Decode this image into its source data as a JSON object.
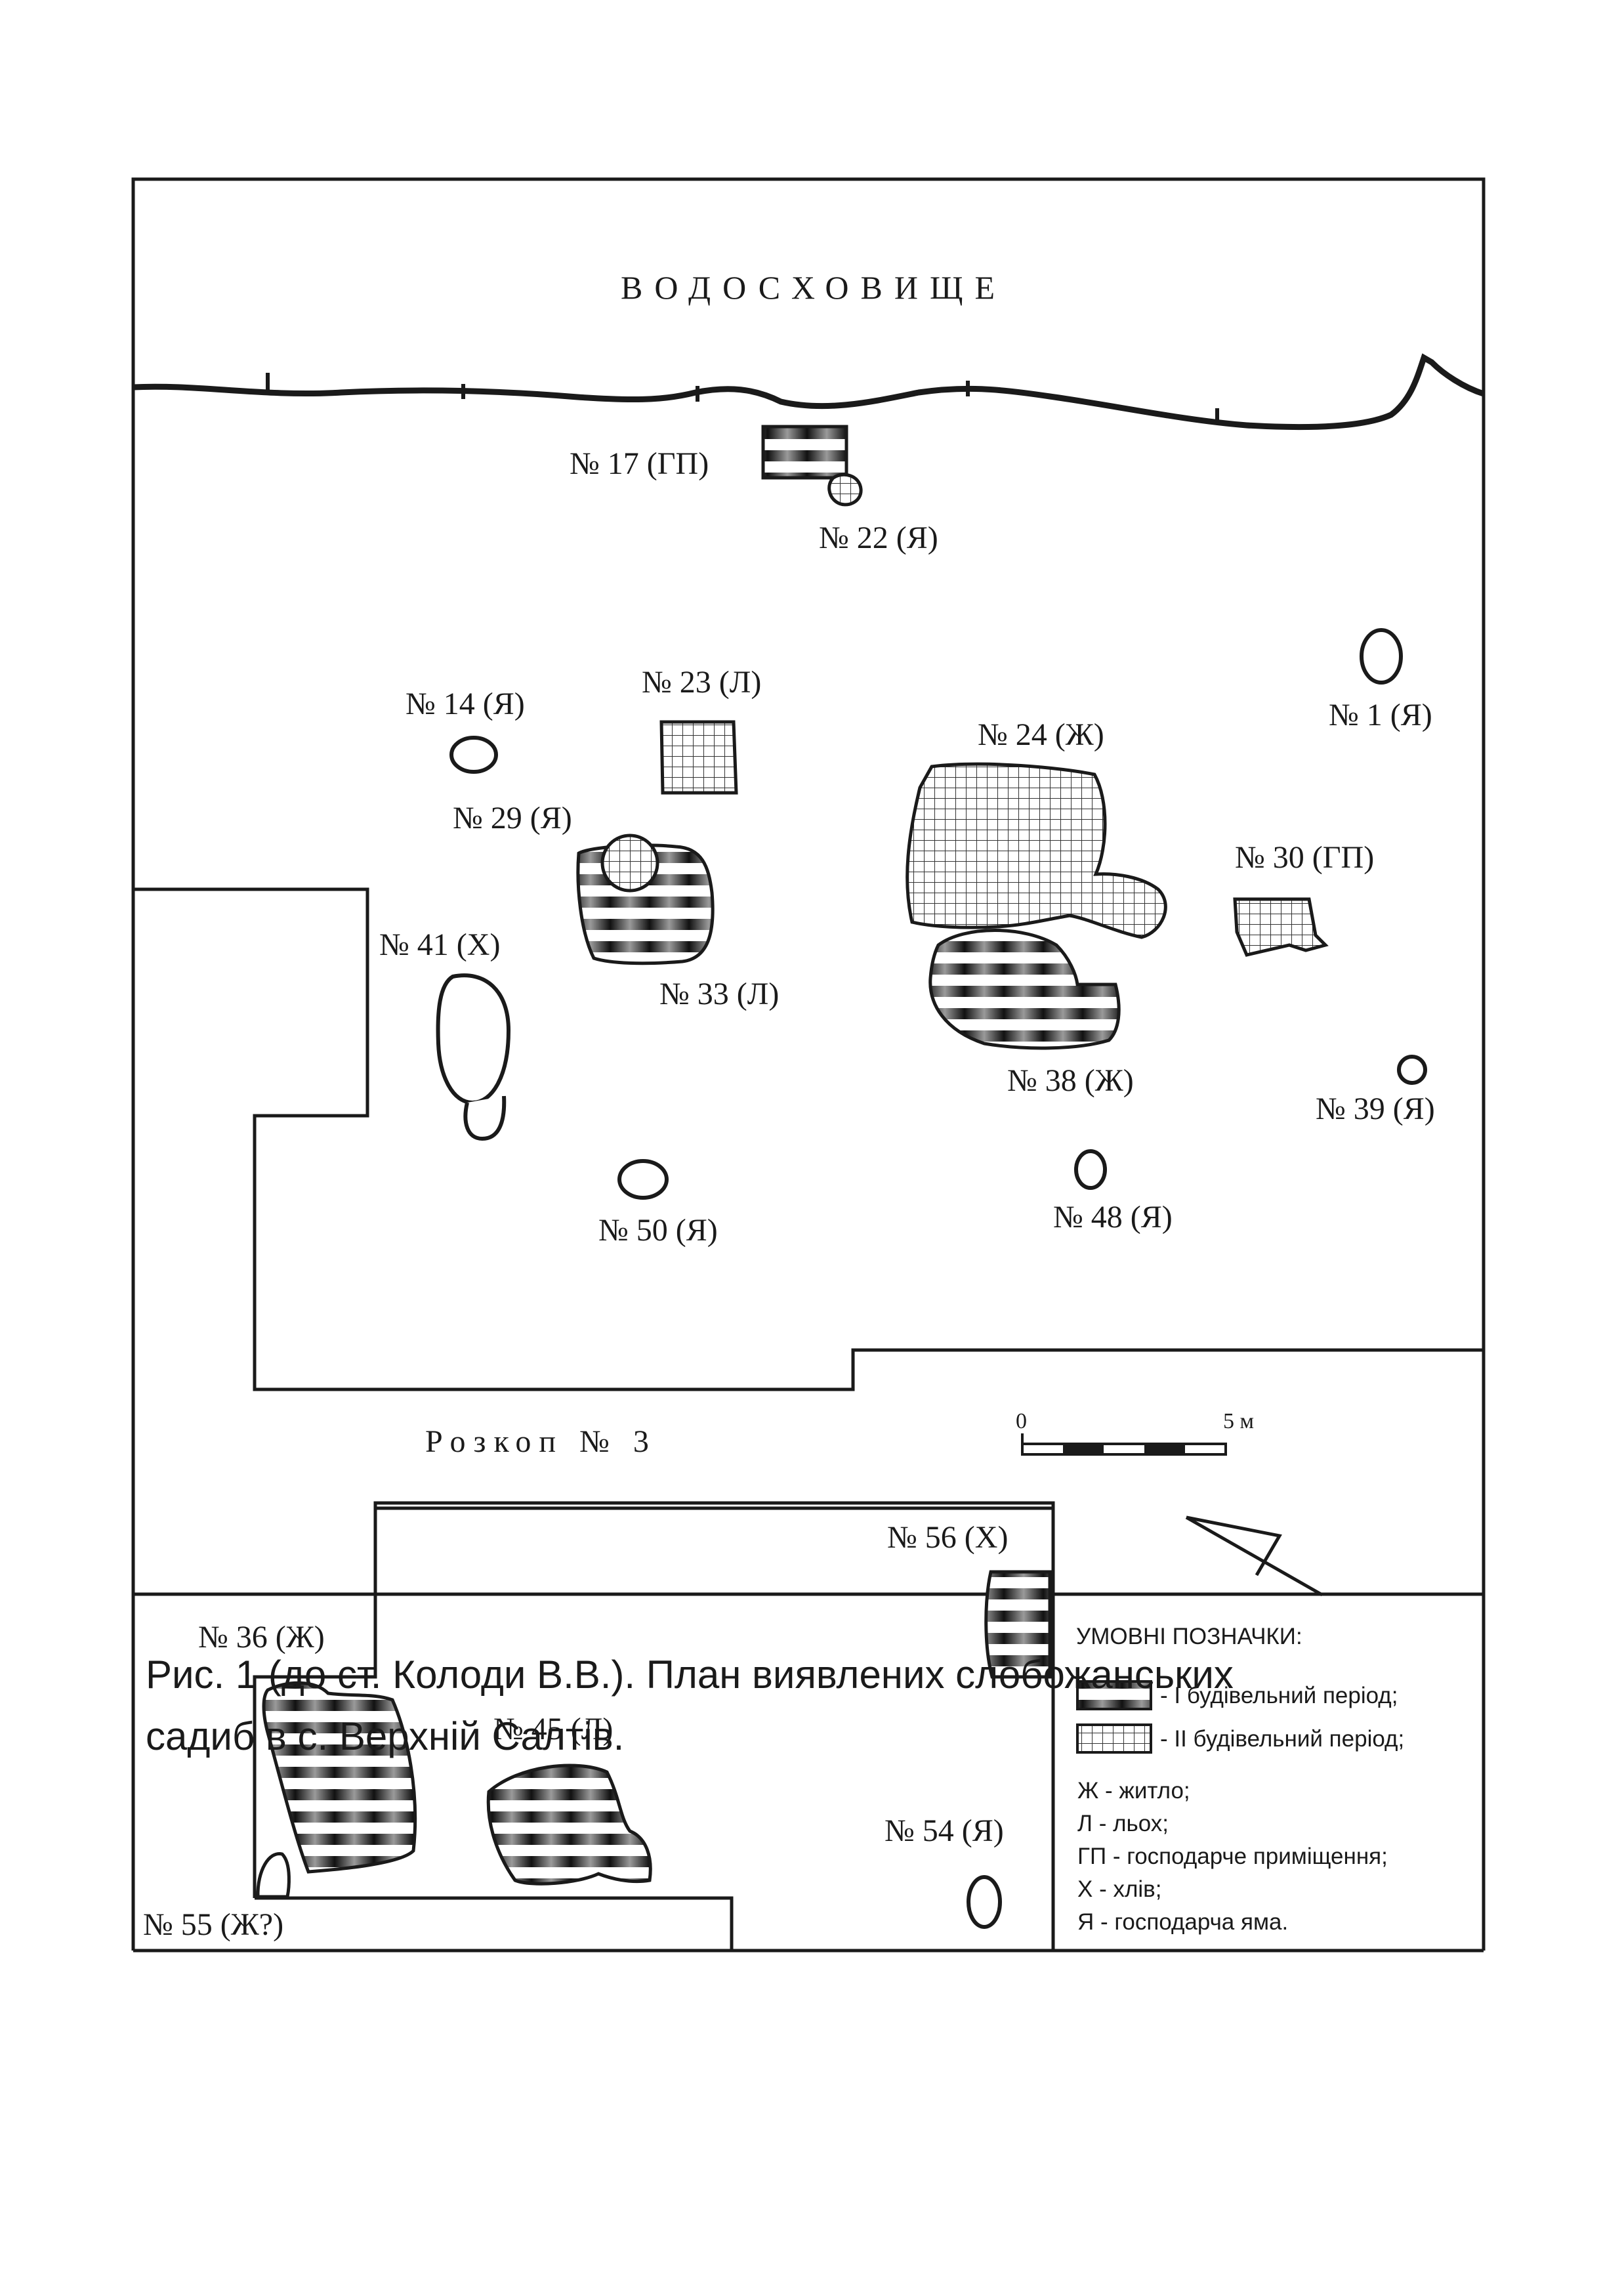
{
  "title": "ВОДОСХОВИЩЕ",
  "excavation_label": "Розкоп № 3",
  "scale": {
    "zero": "0",
    "max": "5 м"
  },
  "features": [
    {
      "id": "f17",
      "label": "№ 17 (ГП)"
    },
    {
      "id": "f22",
      "label": "№ 22 (Я)"
    },
    {
      "id": "f14",
      "label": "№ 14 (Я)"
    },
    {
      "id": "f23",
      "label": "№ 23 (Л)"
    },
    {
      "id": "f24",
      "label": "№ 24 (Ж)"
    },
    {
      "id": "f1",
      "label": "№ 1 (Я)"
    },
    {
      "id": "f29",
      "label": "№ 29 (Я)"
    },
    {
      "id": "f30",
      "label": "№ 30 (ГП)"
    },
    {
      "id": "f41",
      "label": "№ 41 (Х)"
    },
    {
      "id": "f33",
      "label": "№ 33 (Л)"
    },
    {
      "id": "f38",
      "label": "№ 38 (Ж)"
    },
    {
      "id": "f39",
      "label": "№ 39 (Я)"
    },
    {
      "id": "f50",
      "label": "№ 50 (Я)"
    },
    {
      "id": "f48",
      "label": "№ 48 (Я)"
    },
    {
      "id": "f56",
      "label": "№ 56 (Х)"
    },
    {
      "id": "f36",
      "label": "№ 36 (Ж)"
    },
    {
      "id": "f45",
      "label": "№ 45 (Л)"
    },
    {
      "id": "f54",
      "label": "№ 54 (Я)"
    },
    {
      "id": "f55",
      "label": "№ 55 (Ж?)"
    }
  ],
  "legend": {
    "heading": "УМОВНІ ПОЗНАЧКИ:",
    "period1": "- І будівельний період;",
    "period2": "- ІІ будівельний період;",
    "abbreviations": [
      "Ж - житло;",
      "Л - льох;",
      "ГП - господарче приміщення;",
      "Х - хлів;",
      "Я - господарча яма."
    ]
  },
  "caption": {
    "line1": "Рис. 1  (до ст. Колоди В.В.). План виявлених слобожанських",
    "line2": "садиб в с. Верхній Салтів."
  },
  "colors": {
    "ink": "#1a1a1a",
    "paper": "#ffffff",
    "stripe": "#2a2a2a"
  }
}
